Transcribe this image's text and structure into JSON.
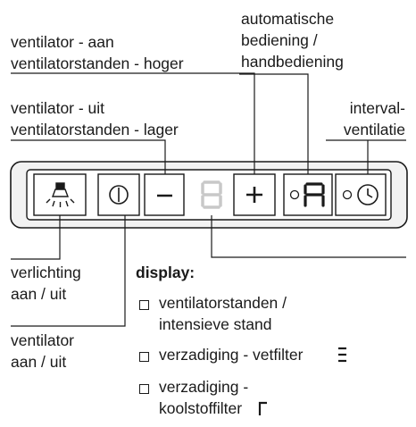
{
  "labels": {
    "fan_on_line1": "ventilator - aan",
    "fan_on_line2": "ventilatorstanden - hoger",
    "auto_line1": "automatische",
    "auto_line2": "bediening /",
    "auto_line3": "handbediening",
    "fan_off_line1": "ventilator - uit",
    "fan_off_line2": "ventilatorstanden - lager",
    "interval_line1": "interval-",
    "interval_line2": "ventilatie",
    "light_line1": "verlichting",
    "light_line2": "aan / uit",
    "power_line1": "ventilator",
    "power_line2": "aan / uit"
  },
  "display": {
    "heading": "display:",
    "items": [
      {
        "line1": "ventilatorstanden /",
        "line2": "intensieve stand"
      },
      {
        "line1": "verzadiging - vetfilter"
      },
      {
        "line1": "verzadiging -",
        "line2": "koolstoffilter"
      }
    ]
  },
  "panel": {
    "minus": "−",
    "plus": "+",
    "digit": "8",
    "auto_letter": "A"
  }
}
